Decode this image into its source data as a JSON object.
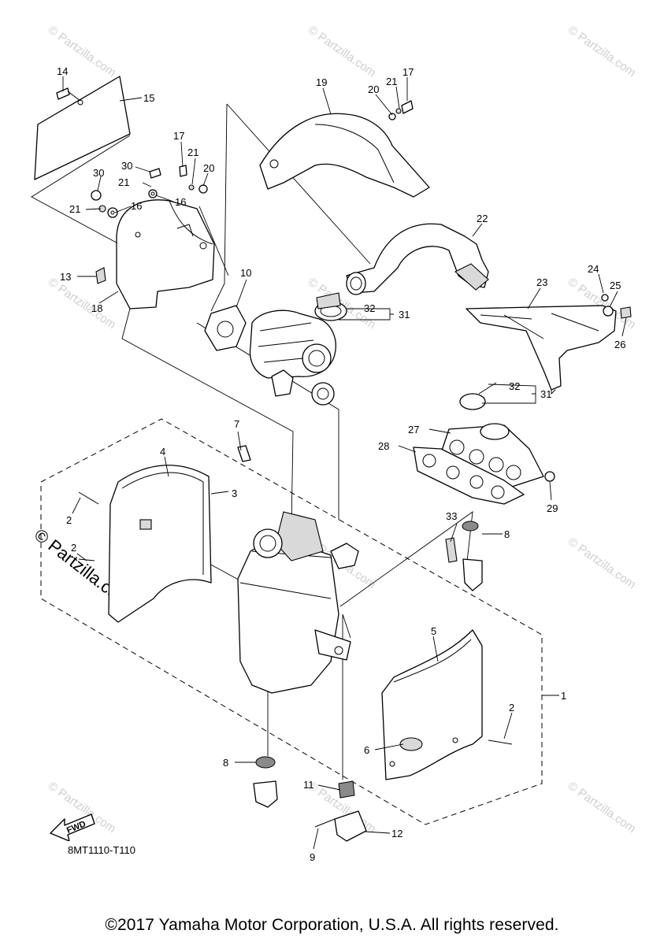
{
  "diagram": {
    "part_code": "8MT1110-T110",
    "copyright": "©2017 Yamaha Motor Corporation, U.S.A. All rights reserved.",
    "watermark": "© Partzilla.com",
    "fwd_label": "FWD",
    "callouts": [
      "1",
      "2",
      "2",
      "2",
      "3",
      "4",
      "5",
      "6",
      "7",
      "8",
      "8",
      "9",
      "10",
      "11",
      "12",
      "13",
      "14",
      "15",
      "16",
      "16",
      "17",
      "17",
      "18",
      "19",
      "20",
      "20",
      "21",
      "21",
      "21",
      "22",
      "23",
      "24",
      "25",
      "26",
      "27",
      "28",
      "29",
      "30",
      "30",
      "31",
      "31",
      "32",
      "32",
      "33"
    ]
  }
}
